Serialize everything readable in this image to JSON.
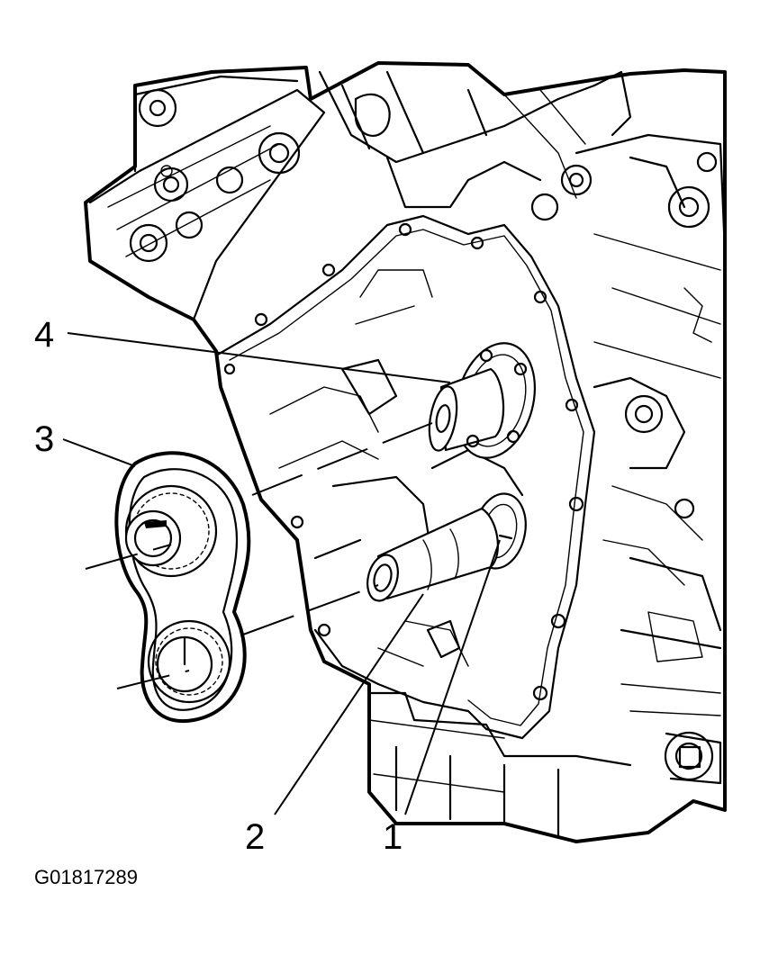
{
  "callouts": [
    {
      "id": "1",
      "label": "1"
    },
    {
      "id": "2",
      "label": "2"
    },
    {
      "id": "3",
      "label": "3"
    },
    {
      "id": "4",
      "label": "4"
    }
  ],
  "figure_code": "G01817289"
}
